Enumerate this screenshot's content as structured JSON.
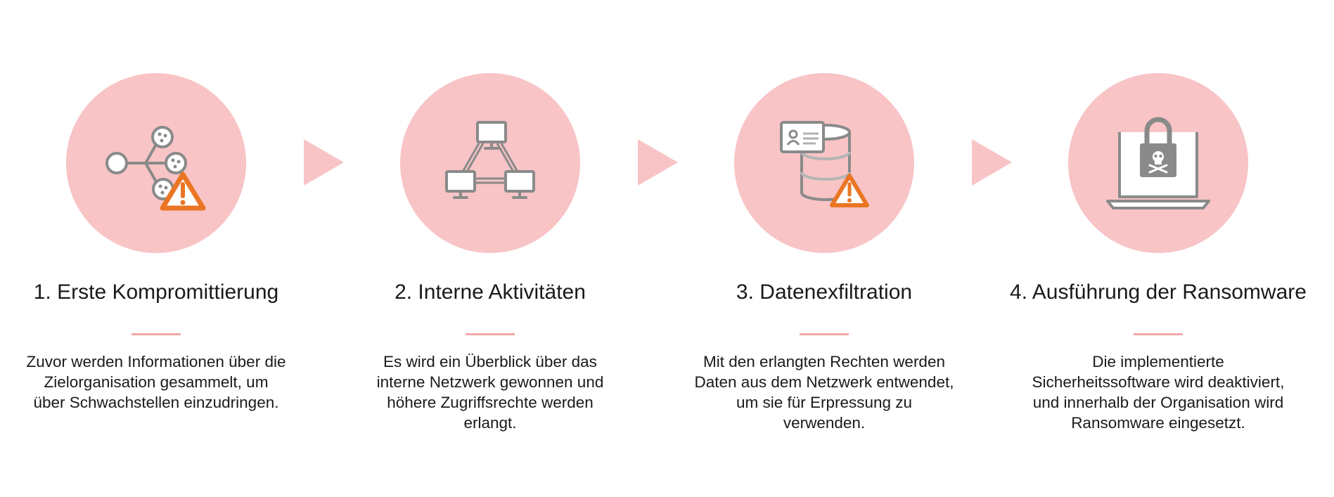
{
  "colors": {
    "circle": "#f8c4c6",
    "arrow": "#f8c4c6",
    "divider": "#f4a8ab",
    "icon_stroke": "#8a8a8a",
    "warning": "#ea7625"
  },
  "steps": [
    {
      "title": "1. Erste Kompromittierung",
      "description": "Zuvor werden Informationen über die Zielorganisation gesammelt, um über Schwachstellen einzudringen.",
      "icon": "network-nodes-warning-icon"
    },
    {
      "title": "2. Interne Aktivitäten",
      "description": "Es wird ein Überblick über das interne Netzwerk gewonnen und höhere Zugriffsrechte werden erlangt.",
      "icon": "connected-computers-icon"
    },
    {
      "title": "3. Datenexfiltration",
      "description": "Mit den erlangten Rechten werden Daten aus dem Netzwerk entwendet, um sie für Erpressung zu verwenden.",
      "icon": "database-id-card-warning-icon"
    },
    {
      "title": "4. Ausführung der Ransomware",
      "description": "Die implementierte Sicherheitssoftware wird deaktiviert, und innerhalb der Organisation wird Ransomware eingesetzt.",
      "icon": "locked-laptop-skull-icon"
    }
  ]
}
